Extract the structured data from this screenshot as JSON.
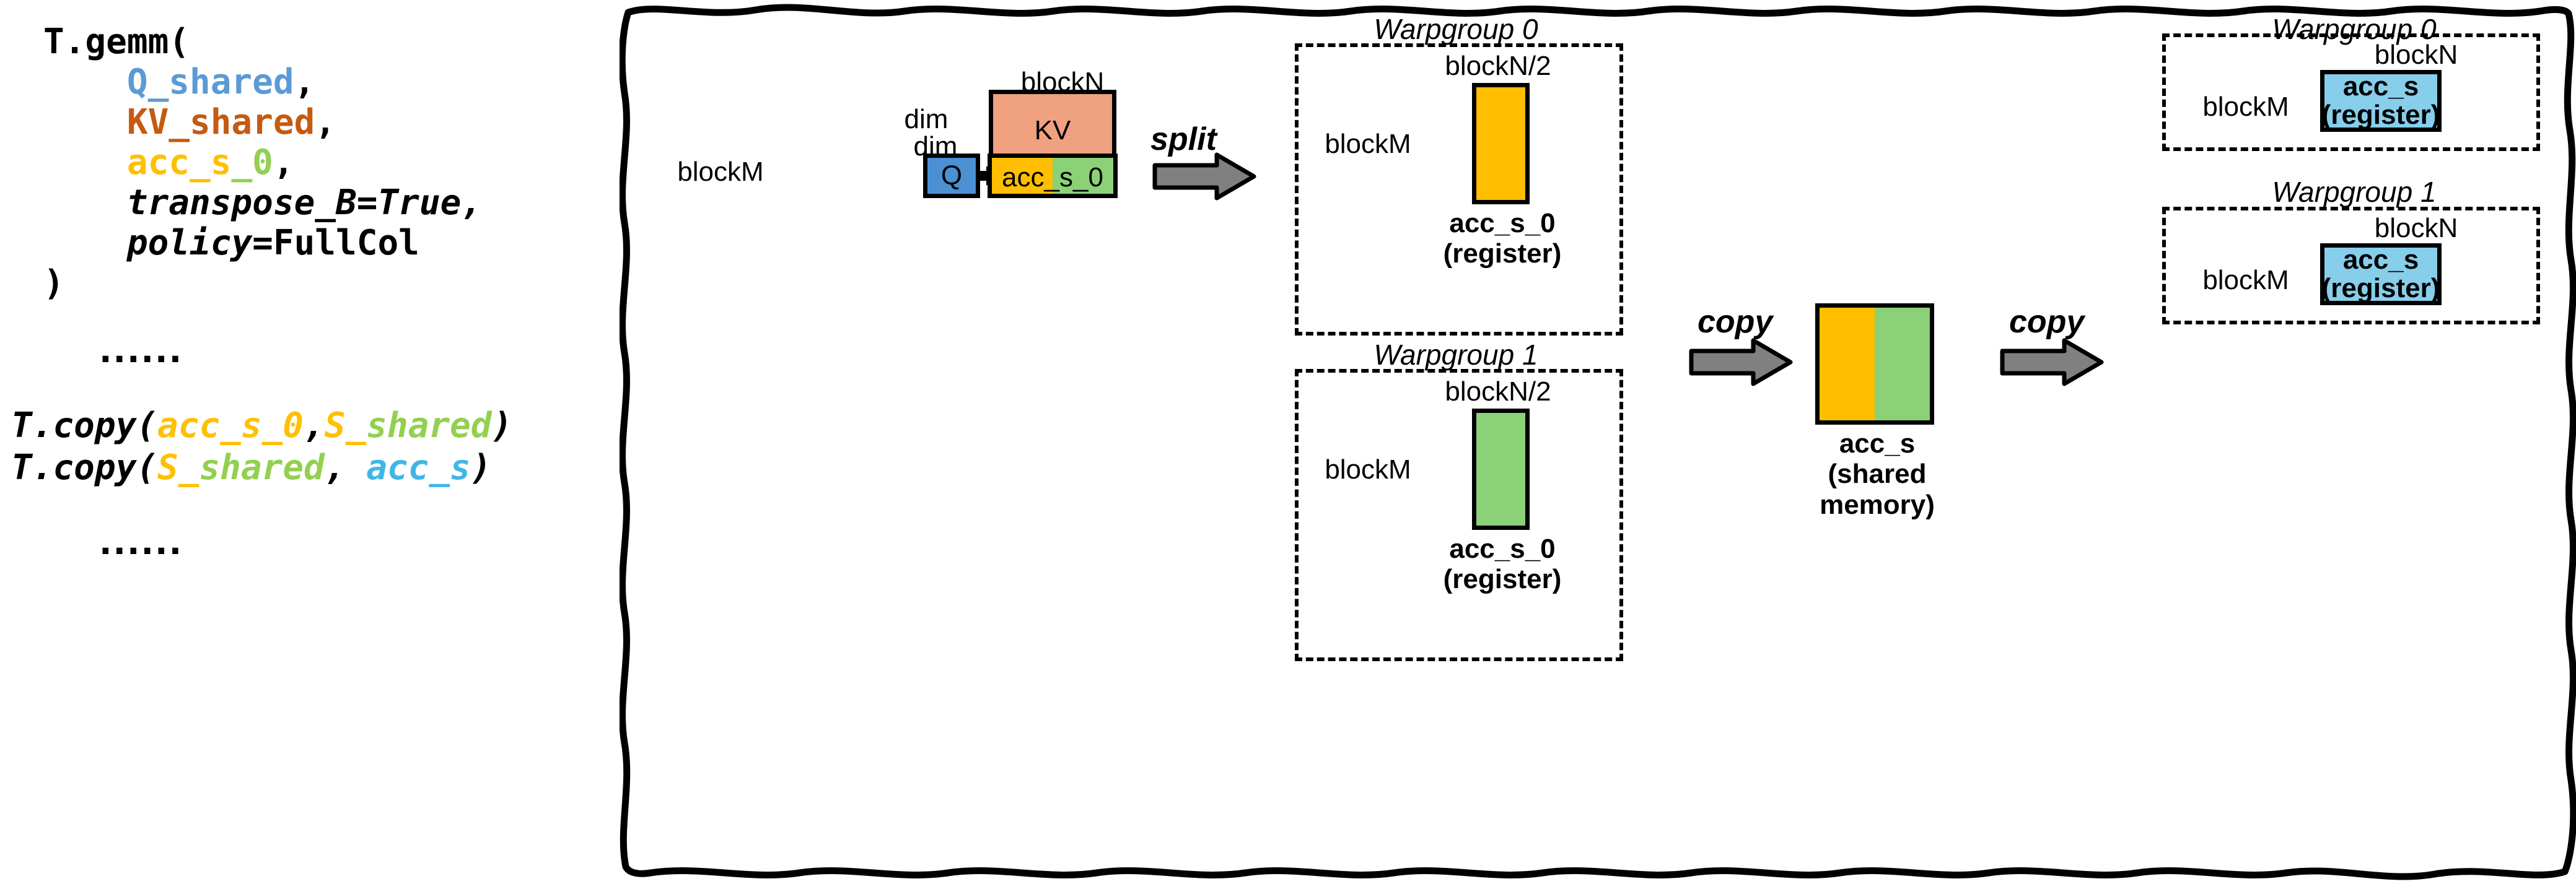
{
  "code": {
    "lines": [
      {
        "id": "l1",
        "segments": [
          {
            "t": "T.gemm(",
            "c": "black"
          }
        ]
      },
      {
        "id": "l2",
        "segments": [
          {
            "t": "    ",
            "c": "black"
          },
          {
            "t": "Q_shared",
            "c": "blue"
          },
          {
            "t": ",",
            "c": "black"
          }
        ]
      },
      {
        "id": "l3",
        "segments": [
          {
            "t": "    ",
            "c": "black"
          },
          {
            "t": "KV_shared",
            "c": "rust"
          },
          {
            "t": ",",
            "c": "black"
          }
        ]
      },
      {
        "id": "l4",
        "segments": [
          {
            "t": "    ",
            "c": "black"
          },
          {
            "t": "acc_s",
            "c": "amber"
          },
          {
            "t": "_0",
            "c": "green"
          },
          {
            "t": ",",
            "c": "black"
          }
        ]
      },
      {
        "id": "l5",
        "segments": [
          {
            "t": "    transpose_B=True,",
            "c": "black"
          }
        ],
        "italic": true
      },
      {
        "id": "l6",
        "segments": [
          {
            "t": "    policy",
            "c": "black"
          }
        ],
        "italic": true,
        "tail": "=FullCol"
      },
      {
        "id": "l7",
        "segments": [
          {
            "t": ")",
            "c": "black"
          }
        ]
      }
    ],
    "line5_text": "transpose_B=True,",
    "line6_italic": "policy",
    "line6_rest": "=FullCol",
    "ellipsis_1": "......",
    "copy_line_1_prefix": "T.copy(",
    "copy_line_1_arg1": "acc_s_0",
    "copy_line_1_comma": ",",
    "copy_line_1_arg2_a": "S_",
    "copy_line_1_arg2_b": "shared",
    "copy_line_1_suffix": ")",
    "copy_line_2_prefix": "T.copy(",
    "copy_line_2_arg1_a": "S_",
    "copy_line_2_arg1_b": "shared",
    "copy_line_2_comma": ", ",
    "copy_line_2_arg2": "acc_s",
    "copy_line_2_suffix": ")",
    "ellipsis_2": "......"
  },
  "diagram": {
    "labels": {
      "blockM_left": "blockM",
      "dim_q": "dim",
      "dim_kv": "dim",
      "blockN_kv": "blockN",
      "blockN_right": "blockN",
      "blockN_half": "blockN/2",
      "blockM": "blockM"
    },
    "blocks": {
      "q": "Q",
      "kv": "KV",
      "acc_s_0": "acc_s_0"
    },
    "ops": {
      "split": "split",
      "copy_1": "copy",
      "copy_2": "copy"
    },
    "warpgroups": {
      "wg0_mid": "Warpgroup 0",
      "wg1_mid": "Warpgroup 1",
      "wg0_right": "Warpgroup 0",
      "wg1_right": "Warpgroup 1"
    },
    "register_labels": {
      "acc_s_0_name": "acc_s_0",
      "acc_s_0_kind": "(register)",
      "acc_s_name": "acc_s",
      "acc_s_kind": "(register)"
    },
    "shared_label": {
      "name": "acc_s",
      "line2": "(shared",
      "line3": "memory)"
    }
  },
  "colors": {
    "q_blue": "#4A90D2",
    "kv_salmon": "#EFA180",
    "amber": "#FFBE00",
    "green": "#8BD178",
    "light_blue": "#87CEEB",
    "arrow_gray": "#808080",
    "code_blue": "#5B9BD5",
    "code_rust": "#C55A11",
    "code_amber": "#FFC000",
    "code_green": "#92D050",
    "code_cyan": "#41B6E6",
    "outline": "#000000"
  }
}
